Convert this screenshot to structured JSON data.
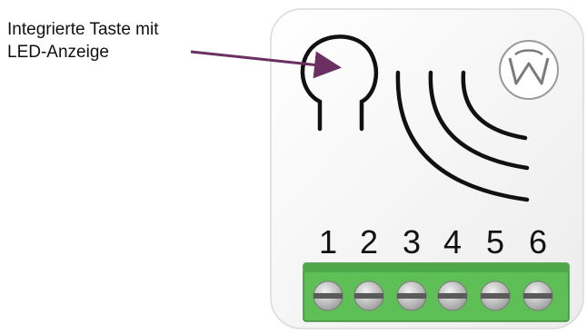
{
  "callout": {
    "line1": "Integrierte Taste mit",
    "line2": "LED-Anzeige"
  },
  "terminals": [
    "1",
    "2",
    "3",
    "4",
    "5",
    "6"
  ],
  "colors": {
    "arrow": "#6b2f63",
    "device_body": "#f4f4f4",
    "terminal_block": "#5fbf57",
    "screw": "#c8c8c8",
    "symbol_stroke": "#111111"
  },
  "icons": {
    "button": "button-led-icon",
    "wireless": "wireless-signal-icon",
    "logo": "brand-logo-icon"
  }
}
